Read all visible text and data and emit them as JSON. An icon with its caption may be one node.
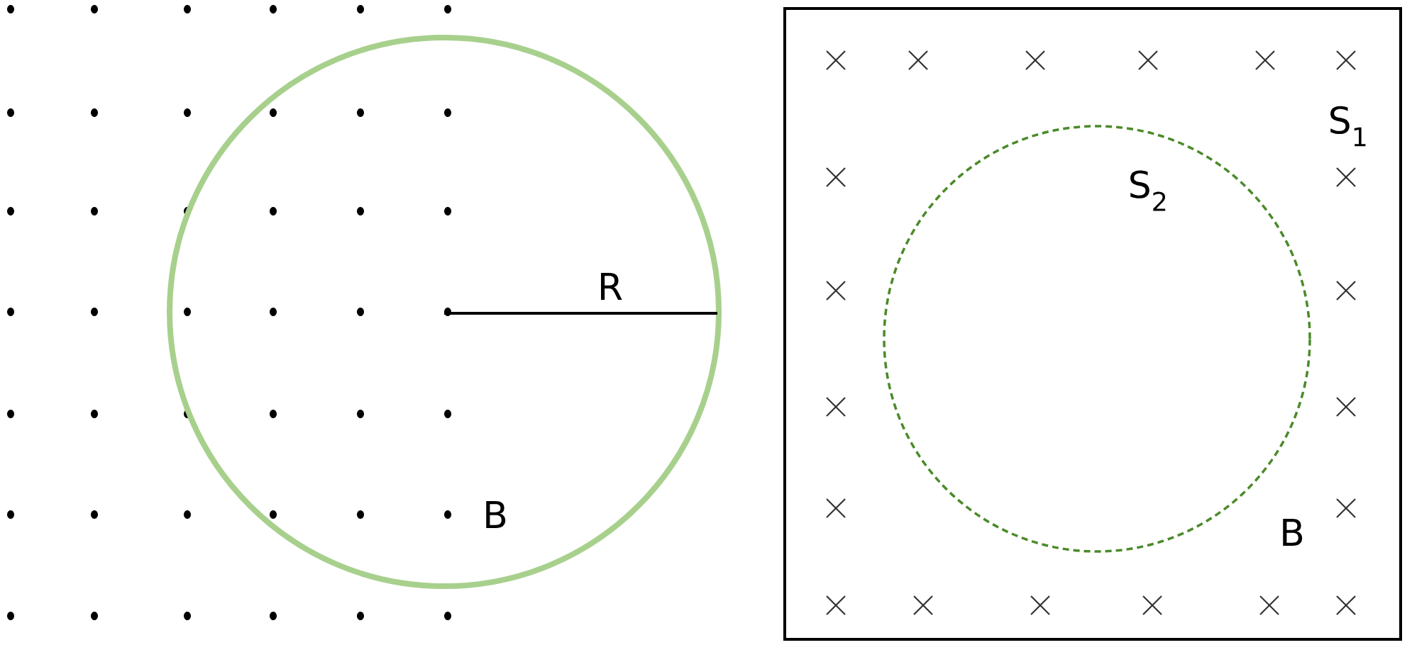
{
  "diagram": {
    "labels": [
      "R",
      "B",
      "S$_{1}$",
      "S$_{2}$",
      "B"
    ]
  }
}
